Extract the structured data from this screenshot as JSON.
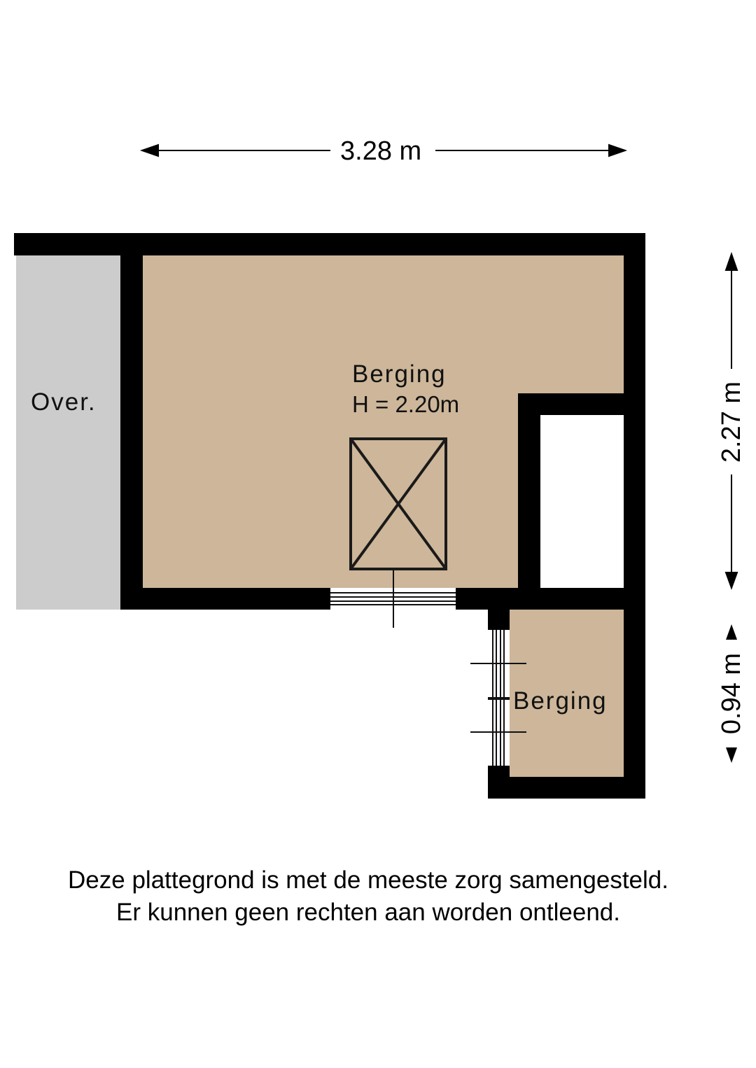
{
  "colors": {
    "wall": "#000000",
    "room_floor": "#cdb699",
    "outside_area": "#cccccc",
    "background": "#ffffff"
  },
  "dimensions": {
    "width": "3.28 m",
    "height_main": "2.27 m",
    "height_small": "0.94 m"
  },
  "rooms": [
    {
      "name": "Berging",
      "height_label": "H = 2.20m"
    },
    {
      "name": "Berging"
    }
  ],
  "areas": {
    "outside": "Over."
  },
  "footer": {
    "line1": "Deze plattegrond is met de meeste zorg samengesteld.",
    "line2": "Er kunnen geen rechten aan worden ontleend."
  }
}
